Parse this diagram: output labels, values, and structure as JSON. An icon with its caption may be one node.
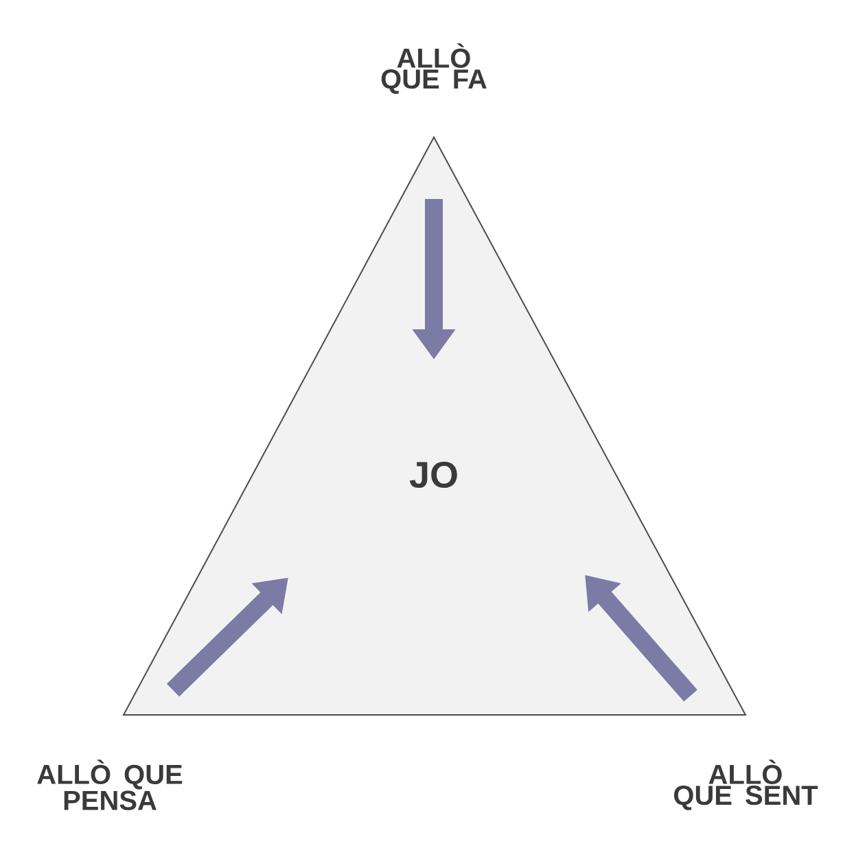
{
  "diagram": {
    "nodes": [
      {
        "text": [
          "ALLÒ QUE FA"
        ]
      },
      {
        "text": [],
        "shape": "triangle"
      },
      {
        "text": [
          "JO"
        ],
        "in": 1
      },
      {
        "text": [
          "ALLÒ QUE PENSA"
        ]
      },
      {
        "text": [
          "ALLÒ QUE SENT"
        ]
      }
    ]
  }
}
